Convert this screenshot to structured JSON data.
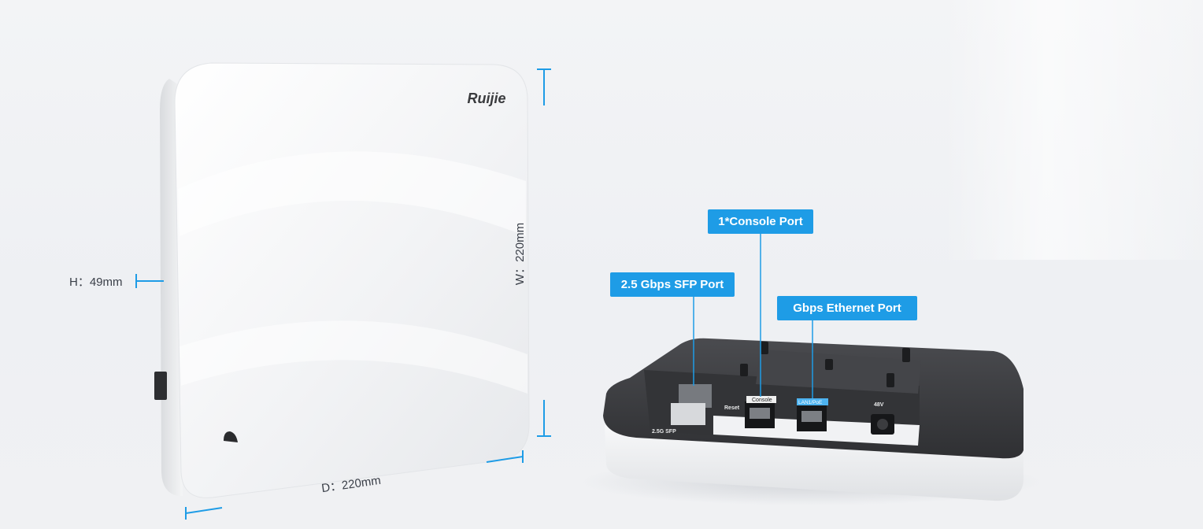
{
  "brand": {
    "logo_text": "Ruijie"
  },
  "dimensions": {
    "height_label": "H：49mm",
    "width_label": "W：220mm",
    "depth_label": "D：220mm"
  },
  "callouts": {
    "sfp": "2.5 Gbps SFP Port",
    "console": "1*Console Port",
    "ethernet": "Gbps Ethernet Port"
  },
  "port_labels": {
    "reset": "Reset",
    "sfp": "2.5G SFP",
    "console": "Console",
    "lan": "LAN1/PoE",
    "power": "48V"
  },
  "colors": {
    "accent": "#1e9ce6",
    "device_body": "#f6f7f8",
    "device_back": "#3a3b3e"
  }
}
